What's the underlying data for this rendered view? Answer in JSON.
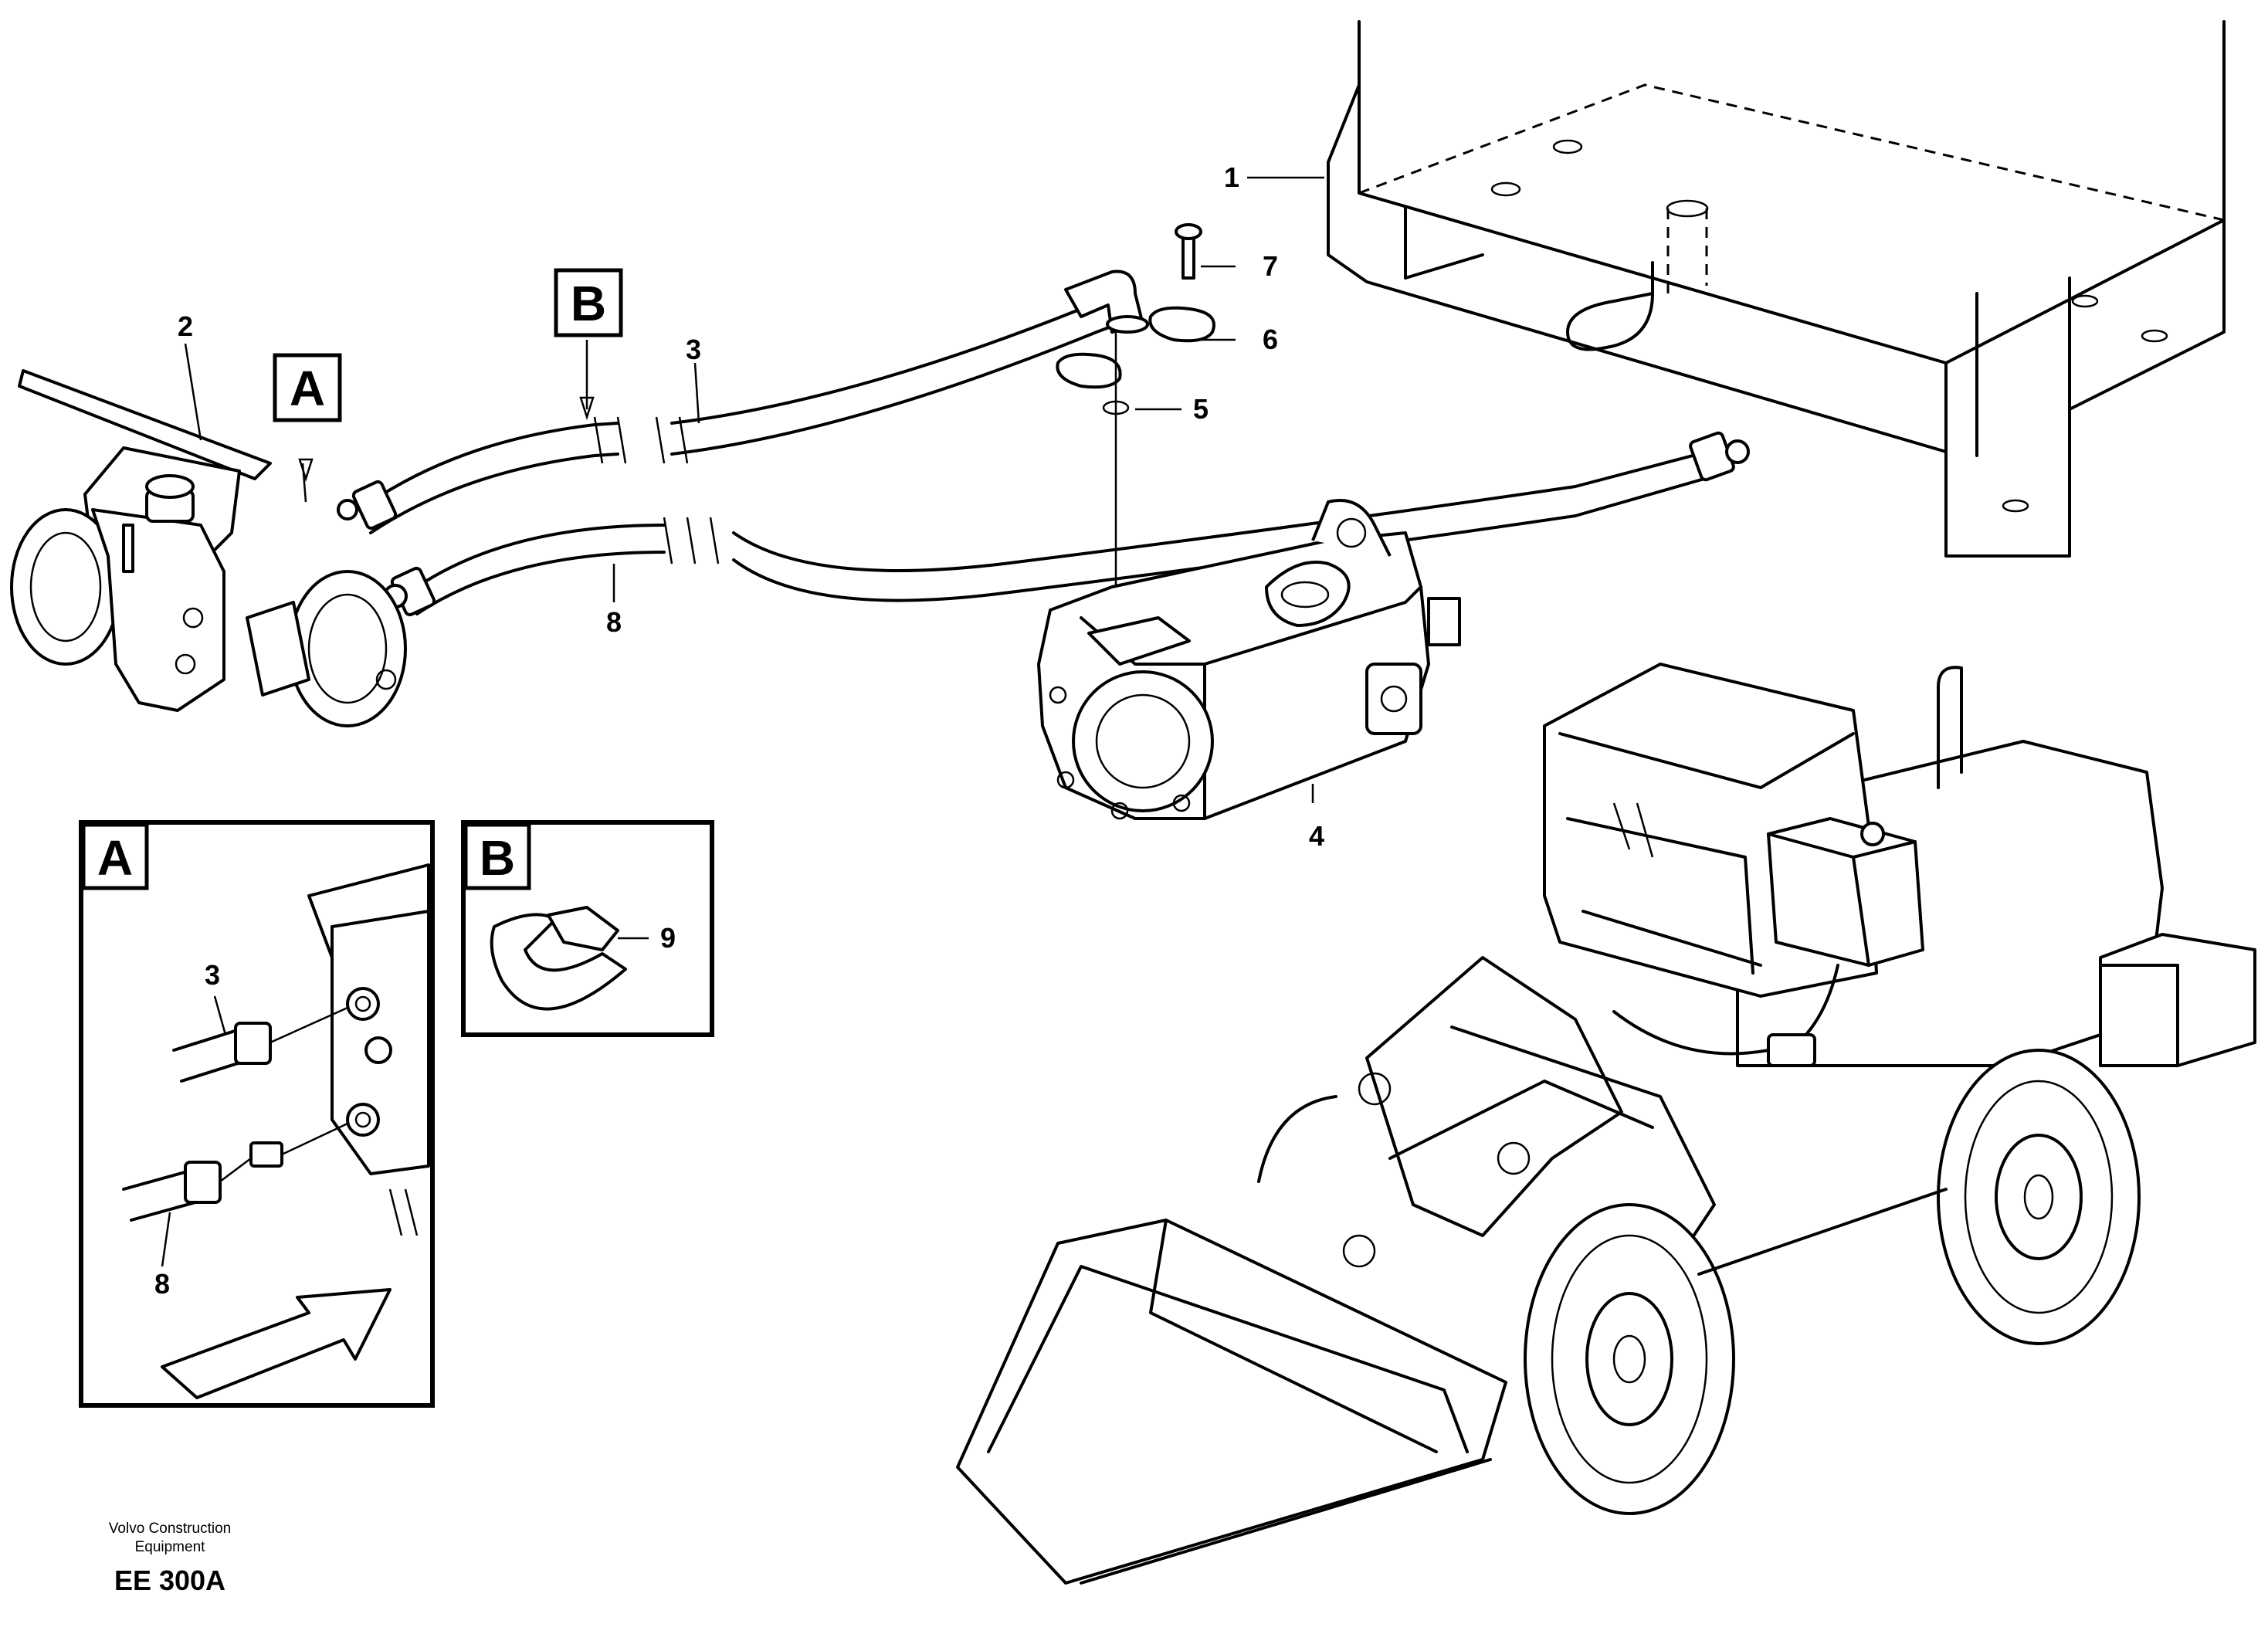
{
  "figure": {
    "callouts": {
      "c1": "1",
      "c2": "2",
      "c3": "3",
      "c4": "4",
      "c5": "5",
      "c6": "6",
      "c7": "7",
      "c8": "8",
      "detail_a_3": "3",
      "detail_a_8": "8",
      "detail_b_9": "9"
    },
    "view_markers": {
      "a": "A",
      "b": "B"
    },
    "detail_boxes": {
      "a_title": "A",
      "b_title": "B"
    }
  },
  "caption": {
    "company": "Volvo Construction Equipment",
    "code": "EE 300A"
  }
}
